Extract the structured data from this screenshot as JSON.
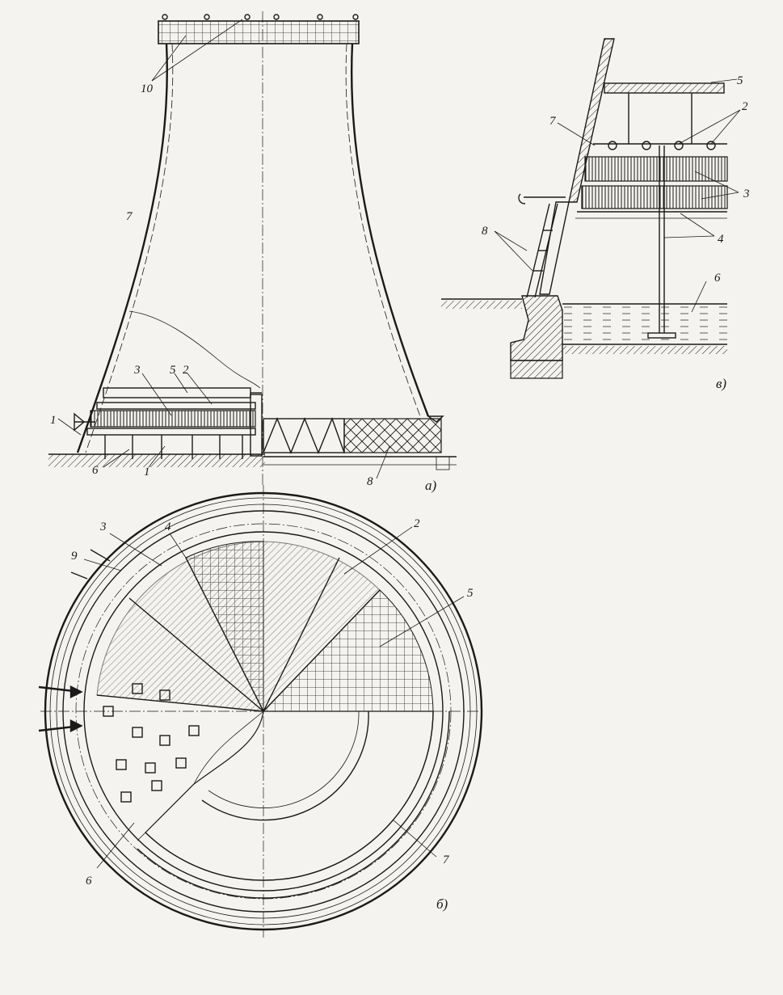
{
  "figure_a": {
    "subfigure_label": "а)",
    "labels": {
      "n10": "10",
      "n7": "7",
      "n3": "3",
      "n5": "5",
      "n2": "2",
      "n1_left": "1",
      "n6": "6",
      "n1_bottom": "1",
      "n8": "8"
    }
  },
  "figure_b": {
    "subfigure_label": "б)",
    "labels": {
      "n4": "4",
      "n3": "3",
      "n9": "9",
      "n2": "2",
      "n5": "5",
      "n6": "6",
      "n7": "7"
    }
  },
  "figure_v": {
    "subfigure_label": "в)",
    "labels": {
      "n5": "5",
      "n2": "2",
      "n7": "7",
      "n3": "3",
      "n8": "8",
      "n4": "4",
      "n6": "6"
    }
  }
}
